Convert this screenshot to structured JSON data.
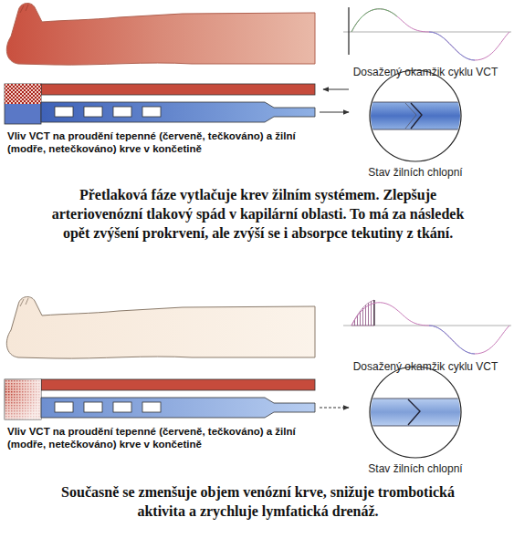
{
  "diagram": {
    "labels": [
      "Dosažený okamžik cyklu VCT",
      "Vliv VCT na proudění tepenné (červeně, tečkováno) a žilní (modře, netečkováno) krve v končetině",
      "Stav žilních chlopní",
      "Přetlaková fáze vytlačuje krev žilním systémem. Zlepšuje arteriovenózní tlakový spád v kapilární oblasti. To má za následek opět zvýšení prokrvení, ale zvýší se i absorpce tekutiny z tkání.",
      "Dosažený okamžik cyklu VCT",
      "Vliv VCT na proudění tepenné (červeně, tečkováno) a žilní (modře, netečkováno) krve v končetině",
      "Stav žilních chlopní",
      "Současně se zmenšuje objem venózní krve, snižuje trombotická aktivita a zrychluje lymfatická drenáž."
    ]
  }
}
